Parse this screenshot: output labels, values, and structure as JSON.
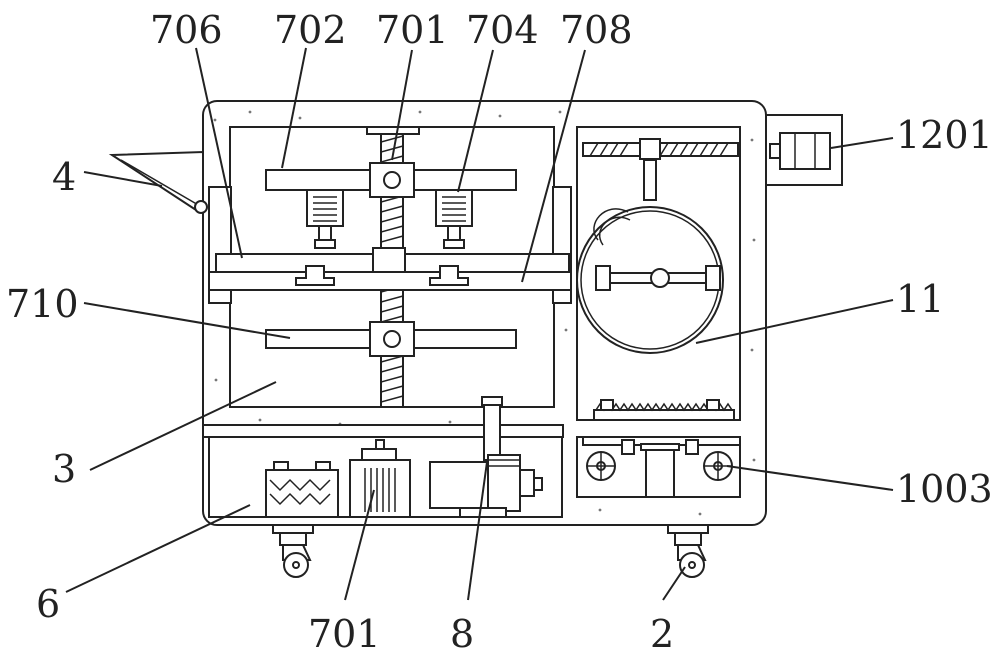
{
  "labels": {
    "l706": "706",
    "l702": "702",
    "l701_top": "701",
    "l704": "704",
    "l708": "708",
    "l4": "4",
    "l710": "710",
    "l3": "3",
    "l6": "6",
    "l701_bottom": "701",
    "l8": "8",
    "l2": "2",
    "l1201": "1201",
    "l11": "11",
    "l1003": "1003"
  }
}
